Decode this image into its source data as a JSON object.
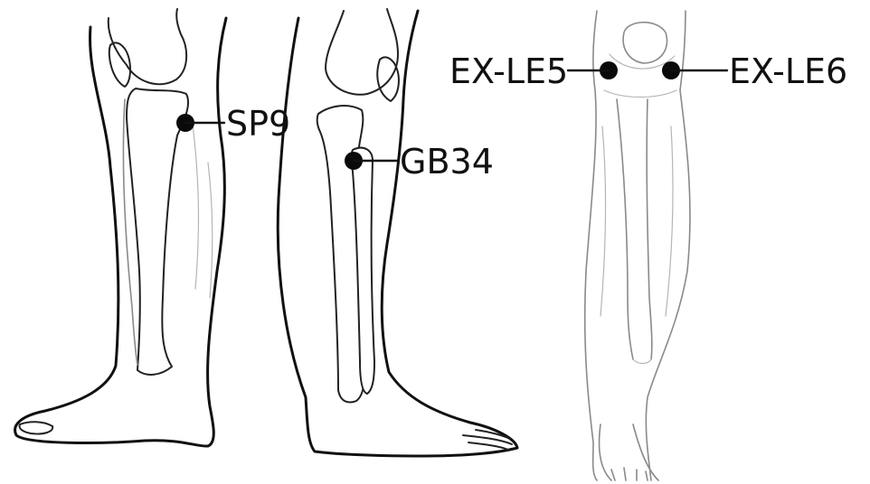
{
  "points": [
    {
      "id": "sp9",
      "label": "SP9"
    },
    {
      "id": "gb34",
      "label": "GB34"
    },
    {
      "id": "exle5",
      "label": "EX-LE5"
    },
    {
      "id": "exle6",
      "label": "EX-LE6"
    }
  ],
  "colors": {
    "line": "#111111",
    "sketch": "#8a8a8a",
    "point": "#0a0a0a",
    "background": "#ffffff"
  }
}
